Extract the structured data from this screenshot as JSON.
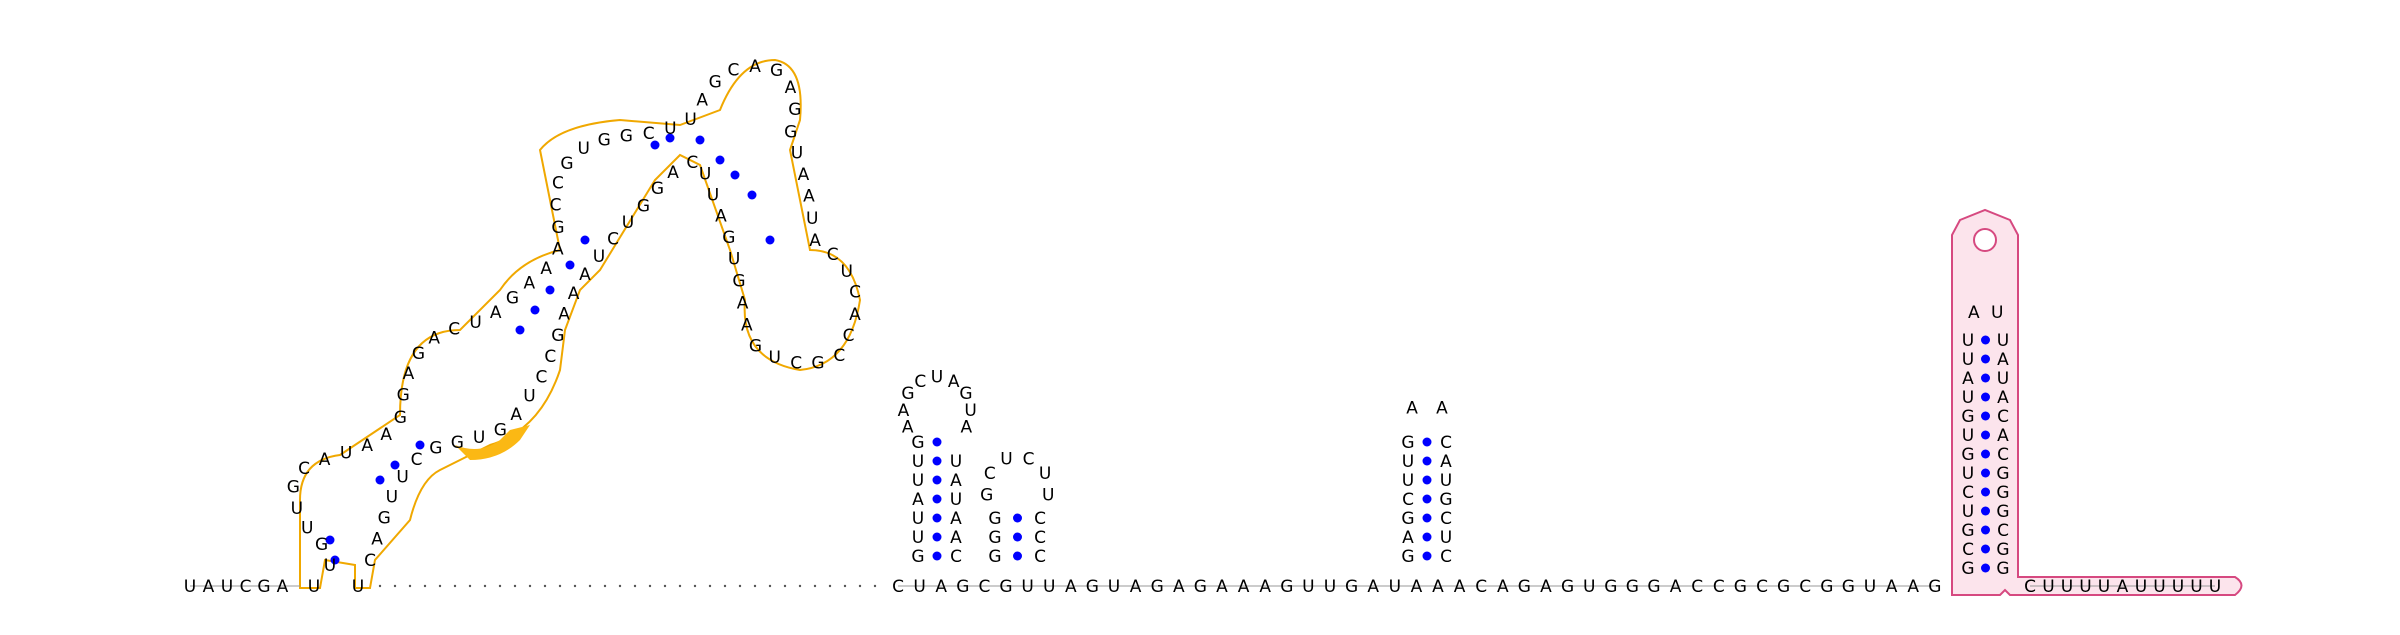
{
  "colors": {
    "background": "#ffffff",
    "base_pair": "#0000ff",
    "highlight_orange": "#f0a800",
    "highlight_orange_fill": "#fbb814",
    "highlight_pink": "#d64980",
    "highlight_pink_fill": "#fce4ec"
  },
  "baseline": {
    "left_seq": [
      "U",
      "A",
      "U",
      "C",
      "G",
      "A"
    ],
    "left_stem_bases": [
      "U",
      "U"
    ],
    "right_seq": [
      "C",
      "U",
      "A",
      "G",
      "C",
      "G",
      "U",
      "U",
      "A",
      "G",
      "U",
      "A",
      "G",
      "A",
      "G",
      "A",
      "A",
      "A",
      "G",
      "U",
      "U",
      "G",
      "A",
      "U",
      "A",
      "A",
      "A",
      "C",
      "A",
      "G",
      "A",
      "G",
      "U",
      "G",
      "G",
      "G",
      "A",
      "C",
      "C",
      "G",
      "C",
      "G",
      "C",
      "G",
      "G",
      "U",
      "A",
      "A",
      "G"
    ],
    "tail_seq": [
      "C",
      "U",
      "U",
      "U",
      "U",
      "A",
      "U",
      "U",
      "U",
      "U",
      "U"
    ]
  },
  "hairpin1": {
    "left": [
      "G",
      "U",
      "U",
      "A",
      "U",
      "U",
      "G"
    ],
    "loop": [
      "A",
      "A",
      "G",
      "C",
      "U",
      "A",
      "G",
      "U",
      "A"
    ],
    "right": [
      "U",
      "A",
      "U",
      "A",
      "A",
      "C"
    ]
  },
  "hairpin2": {
    "left": [
      "G",
      "G",
      "G"
    ],
    "loop": [
      "G",
      "C",
      "U",
      "C",
      "U",
      "U"
    ],
    "right": [
      "C",
      "C",
      "C"
    ]
  },
  "hairpin3": {
    "left": [
      "G",
      "A",
      "G",
      "C",
      "U",
      "U",
      "G"
    ],
    "loop": [
      "A",
      "A"
    ],
    "right": [
      "C",
      "A",
      "U",
      "G",
      "C",
      "U",
      "C"
    ]
  },
  "hairpin4": {
    "left": [
      "G",
      "C",
      "G",
      "U",
      "C",
      "U",
      "G",
      "U",
      "G",
      "U",
      "A",
      "U",
      "U"
    ],
    "loop": [
      "A",
      "U"
    ],
    "right": [
      "U",
      "A",
      "U",
      "A",
      "C",
      "A",
      "C",
      "G",
      "G",
      "G",
      "C",
      "G",
      "G"
    ]
  },
  "large": {
    "letters": [
      "U",
      "G",
      "U",
      "U",
      "G",
      "C",
      "A",
      "U",
      "A",
      "A",
      "G",
      "G",
      "A",
      "G",
      "A",
      "C",
      "U",
      "A",
      "G",
      "A",
      "A",
      "A",
      "G",
      "C",
      "C",
      "G",
      "U",
      "G",
      "G",
      "C",
      "U",
      "U",
      "A",
      "G",
      "C",
      "A",
      "G",
      "A",
      "G",
      "G",
      "U",
      "A",
      "A",
      "U",
      "A",
      "C",
      "U",
      "C",
      "A",
      "C",
      "C",
      "G",
      "C",
      "U",
      "G",
      "A",
      "A",
      "G",
      "U",
      "G",
      "A",
      "U",
      "U",
      "C",
      "A",
      "G",
      "G",
      "U",
      "C",
      "U",
      "A",
      "A",
      "A",
      "G",
      "C",
      "C",
      "U",
      "A",
      "G",
      "U",
      "G",
      "G",
      "C",
      "U",
      "U",
      "G",
      "A",
      "C"
    ]
  }
}
